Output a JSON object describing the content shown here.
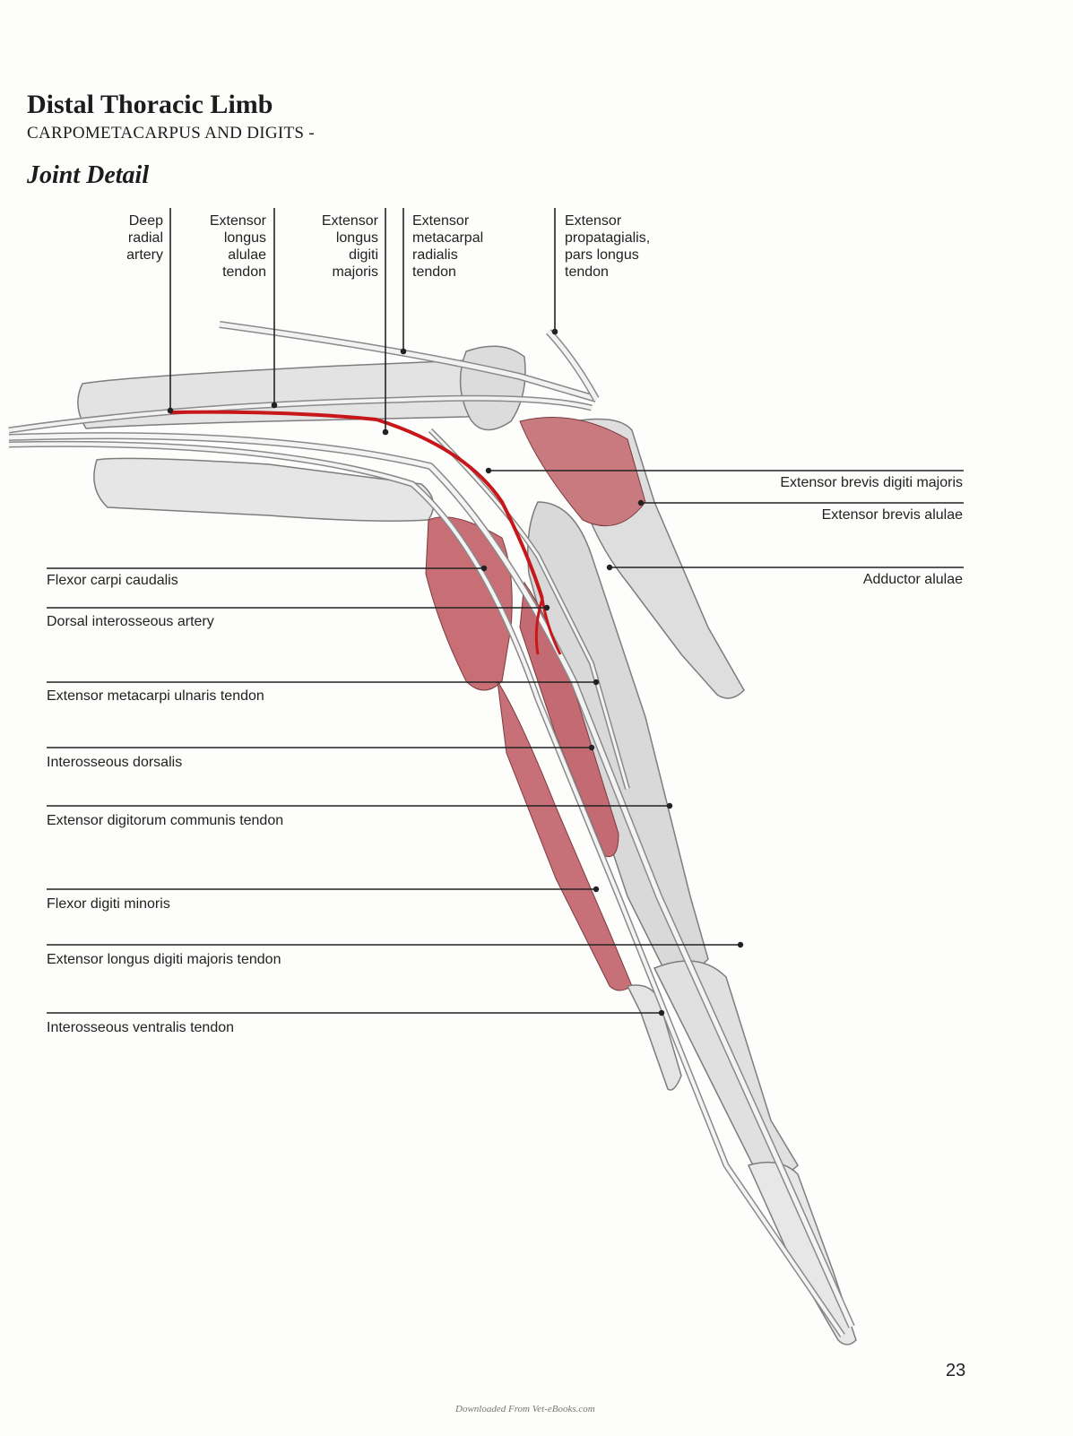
{
  "header": {
    "title": "Distal Thoracic Limb",
    "subtitle": "CARPOMETACARPUS AND DIGITS -",
    "section": "Joint Detail"
  },
  "labels": {
    "top": [
      "Deep\nradial\nartery",
      "Extensor\nlongus\nalulae\ntendon",
      "Extensor\nlongus\ndigiti\nmajoris",
      "Extensor\nmetacarpal\nradialis\ntendon",
      "Extensor\npropatagialis,\npars longus\ntendon"
    ],
    "right": [
      "Extensor brevis digiti majoris",
      "Extensor brevis alulae",
      "Adductor alulae"
    ],
    "left": [
      "Flexor carpi caudalis",
      "Dorsal interosseous artery",
      "Extensor metacarpi ulnaris tendon",
      "Interosseous dorsalis",
      "Extensor digitorum communis tendon",
      "Flexor digiti minoris",
      "Extensor longus digiti majoris tendon",
      "Interosseous ventralis tendon"
    ]
  },
  "page_number": "23",
  "footer": "Downloaded From Vet-eBooks.com",
  "colors": {
    "bone": "#e2e2e2",
    "muscle": "#c9737a",
    "artery": "#c8171b",
    "tendon": "#f0f0f0",
    "leader": "#222222"
  }
}
